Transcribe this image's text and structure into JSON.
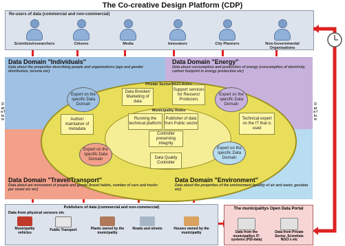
{
  "title": "The Co-creative Design Platform (CDP)",
  "reusers": {
    "header": "Re-users of data (commercial and non-commercial)",
    "items": [
      "Scientists/researchers",
      "Citizens",
      "Media",
      "Innovators",
      "City Planners",
      "Non-Governmental Organisations"
    ]
  },
  "domains": {
    "individuals": {
      "title": "Data Domain \"Individuals\"",
      "desc": "Data about the properties describing people and organizations (age and gender distribution, income etc)"
    },
    "energy": {
      "title": "Data Domain \"Energy\"",
      "desc": "Data about consumption and production of energy (consumption of electricity, carbon footprint in energy production etc)"
    },
    "travel": {
      "title": "Data Domain \"Travel/Transport\"",
      "desc": "Data about am movement of people and goods (travel habits, number of cars and trucks per street etc etc)"
    },
    "environment": {
      "title": "Data Domain \"Environment\"",
      "desc": "Data about the properties of the environment (quality of air and water, geodata etc)"
    }
  },
  "roles": {
    "private": "Private Sector/NGO Roles",
    "municipality": "Municipality Roles"
  },
  "boxes": {
    "expert_tl": "Expert on the specific Data Domain",
    "broker": "Data Brooker/ Marketing of data",
    "support": "Support services for Reusers/ Producers",
    "expert_tr": "Expert on the specific Data Domain",
    "author": "Author/ maintainer of metadata",
    "running": "Running the technical platform",
    "publisher": "Publisher of data from Public sector",
    "controller": "Controller preserving integrity",
    "technical": "Technical expert on the IT that is used",
    "quality": "Data Quality Controller",
    "expert_bl": "Expert on the specific Data Domain",
    "expert_br": "Expert on the specific Data Domain"
  },
  "side_labels": {
    "left": "Data flow",
    "right": "Data flow"
  },
  "publishers": {
    "header": "Publishers of data (commercial and non-commercial)",
    "sub": "Data from physical sensors etc",
    "items": [
      "Municipality vehicles",
      "Public Transport",
      "Plants owned by the municipality",
      "Roads and streets",
      "Houses owned by the municipality"
    ]
  },
  "portal": {
    "header": "The municipalitys Open Data Portal",
    "items": [
      "Data from the municipalitys IT-systems (PSI-data)",
      "Data from Private Sector, Scientists NGO:s etc"
    ]
  },
  "colors": {
    "individuals": "#9fc2e4",
    "energy": "#c8b2dc",
    "travel": "#f2a08a",
    "environment": "#b8dcf0",
    "ring": "#e9de5a",
    "arrow": "#dd2222"
  }
}
